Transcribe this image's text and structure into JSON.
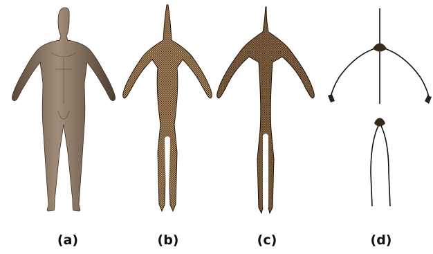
{
  "panels": [
    {
      "id": "a",
      "label": "(a)"
    },
    {
      "id": "b",
      "label": "(b)"
    },
    {
      "id": "c",
      "label": "(c)"
    },
    {
      "id": "d",
      "label": "(d)"
    }
  ],
  "colors": {
    "skin_base": "#8a7868",
    "skin_dark": "#4a3a2c",
    "mesh_fill": "#a8825a",
    "mesh_line": "#2a1c10",
    "background": "#ffffff"
  }
}
